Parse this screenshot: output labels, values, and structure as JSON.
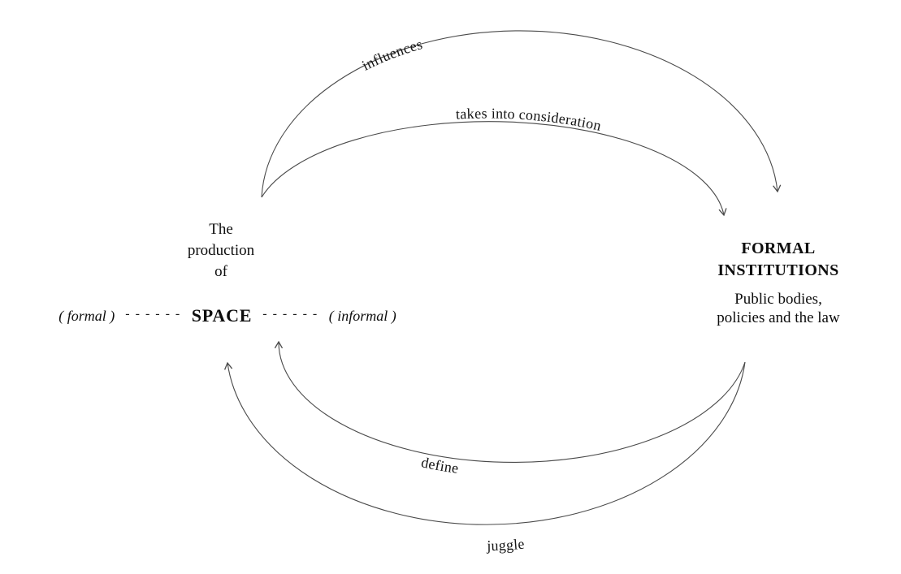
{
  "canvas": {
    "background": "#ffffff",
    "line_color": "#4a4a4a",
    "text_color": "#0d0d0d"
  },
  "space_node": {
    "intro_lines": [
      "The",
      "production",
      "of"
    ],
    "label": "SPACE",
    "formal_tag": "( formal )",
    "informal_tag": "( informal )",
    "dashes": "- - - - - -"
  },
  "institutions_node": {
    "title_lines": [
      "FORMAL",
      "INSTITUTIONS"
    ],
    "subtitle_lines": [
      "Public bodies,",
      "policies and the law"
    ]
  },
  "arrows": [
    {
      "label": "influences",
      "from": "space",
      "to": "institutions",
      "position": "top-outer"
    },
    {
      "label": "takes into consideration",
      "from": "space",
      "to": "institutions",
      "position": "top-inner"
    },
    {
      "label": "define",
      "from": "institutions",
      "to": "space",
      "position": "bottom-inner"
    },
    {
      "label": "juggle",
      "from": "institutions",
      "to": "space",
      "position": "bottom-outer"
    }
  ]
}
